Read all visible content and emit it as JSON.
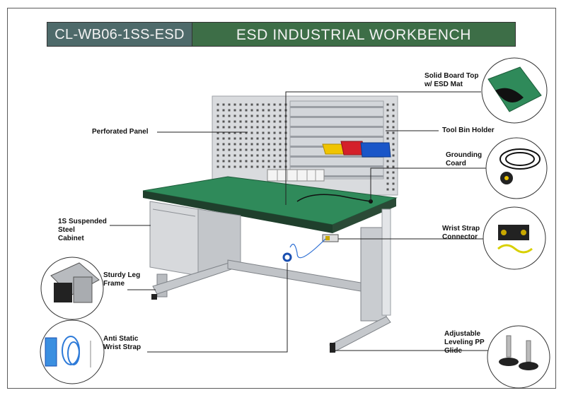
{
  "header": {
    "model": "CL-WB06-1SS-ESD",
    "title": "ESD INDUSTRIAL  WORKBENCH"
  },
  "callouts": {
    "solid_board_top": "Solid Board Top\nw/ ESD Mat",
    "perforated_panel": "Perforated Panel",
    "tool_bin_holder": "Tool Bin Holder",
    "grounding_coard": "Grounding\nCoard",
    "suspended_cabinet": "1S Suspended\nSteel\nCabinet",
    "wrist_strap_connector": "Wrist Strap\nConnector",
    "sturdy_leg_frame": "Sturdy Leg\nFrame",
    "anti_static_wrist_strap": "Anti Static\nWrist Strap",
    "leveling_glide": "Adjustable\nLeveling PP\nGlide"
  },
  "colors": {
    "header_model_bg": "#4e6a6a",
    "header_title_bg": "#3d6e47",
    "esd_mat_green": "#2f8a5a",
    "steel_gray": "#c9ccd0",
    "bin_yellow": "#f0c400",
    "bin_red": "#d4202a",
    "bin_blue": "#1a56c8"
  }
}
